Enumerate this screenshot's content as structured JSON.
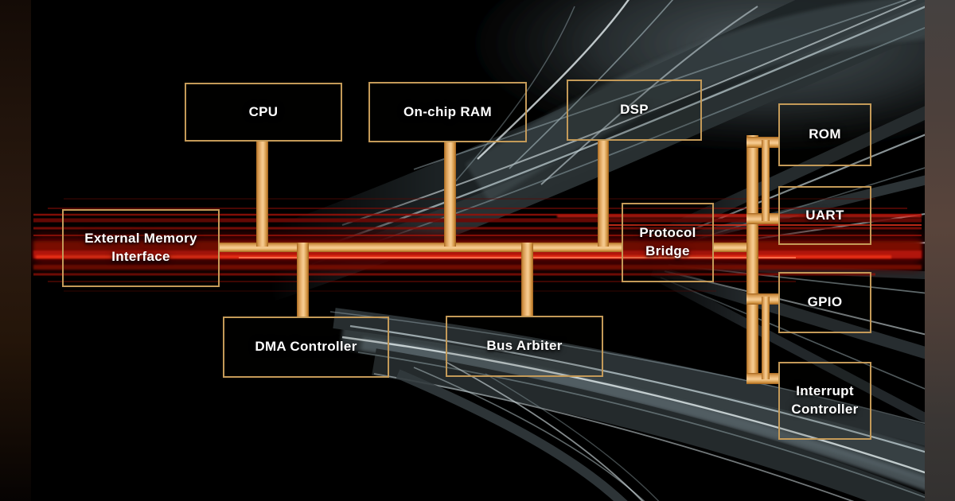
{
  "diagram": {
    "blocks": {
      "cpu": {
        "label": "CPU"
      },
      "ram": {
        "label": "On-chip RAM"
      },
      "dsp": {
        "label": "DSP"
      },
      "emi": {
        "label": "External Memory Interface"
      },
      "dma": {
        "label": "DMA Controller"
      },
      "arbiter": {
        "label": "Bus Arbiter"
      },
      "bridge": {
        "label": "Protocol Bridge"
      },
      "rom": {
        "label": "ROM"
      },
      "uart": {
        "label": "UART"
      },
      "gpio": {
        "label": "GPIO"
      },
      "intc": {
        "label": "Interrupt Controller"
      }
    },
    "colors": {
      "canvas_background": "#000000",
      "box_border": "#c49a58",
      "bus_fill": "#e7b763",
      "bus_highlight": "#f5cb90",
      "red_streak": "#d21f10",
      "label_text": "#ffffff",
      "left_bar": "#241509",
      "right_bar": "#59443b"
    }
  }
}
